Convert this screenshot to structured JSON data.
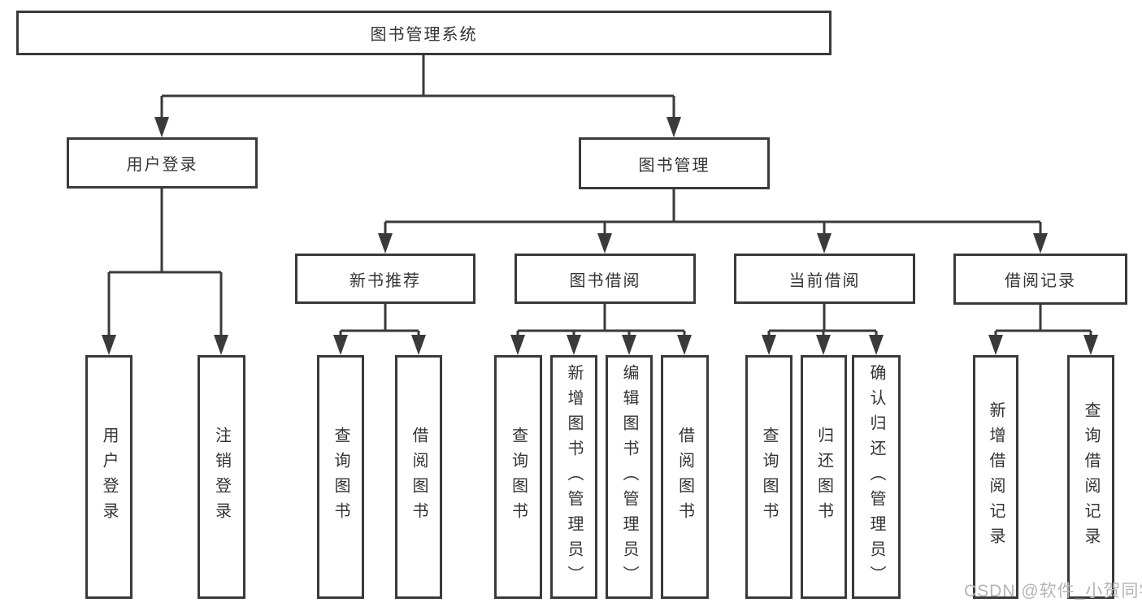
{
  "colors": {
    "line": "#3a3a3a",
    "text": "#333333",
    "watermark": "#b5b5b5",
    "background": "#ffffff"
  },
  "tree": {
    "root": "图书管理系统",
    "branches": [
      {
        "label": "用户登录",
        "children": [
          "用户登录",
          "注销登录"
        ]
      },
      {
        "label": "图书管理",
        "children": [
          {
            "label": "新书推荐",
            "children": [
              "查询图书",
              "借阅图书"
            ]
          },
          {
            "label": "图书借阅",
            "children": [
              "查询图书",
              "新增图书（管理员）",
              "编辑图书（管理员）",
              "借阅图书"
            ]
          },
          {
            "label": "当前借阅",
            "children": [
              "查询图书",
              "归还图书",
              "确认归还（管理员）"
            ]
          },
          {
            "label": "借阅记录",
            "children": [
              "新增借阅记录",
              "查询借阅记录"
            ]
          }
        ]
      }
    ]
  },
  "watermark": "CSDN @软件_小贺同学"
}
